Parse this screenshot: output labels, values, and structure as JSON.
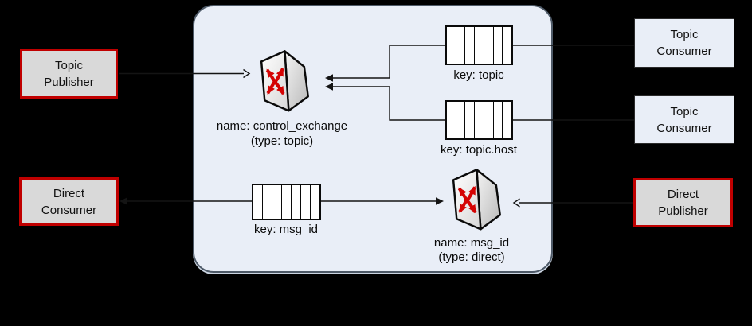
{
  "broker_node": {
    "description": "message-broker-boundary"
  },
  "publishers": [
    {
      "id": "topic-publisher",
      "label": "Topic Publisher"
    },
    {
      "id": "direct-publisher",
      "label": "Direct Publisher"
    }
  ],
  "consumers": [
    {
      "id": "direct-consumer",
      "label": "Direct Consumer"
    },
    {
      "id": "topic-consumer-1",
      "label": "Topic Consumer"
    },
    {
      "id": "topic-consumer-2",
      "label": "Topic Consumer"
    }
  ],
  "exchanges": [
    {
      "id": "control-exchange",
      "name": "name: control_exchange",
      "type": "(type: topic)"
    },
    {
      "id": "msg-id-exchange",
      "name": "name: msg_id",
      "type": "(type: direct)"
    }
  ],
  "queues": [
    {
      "id": "queue-topic",
      "label": "key: topic"
    },
    {
      "id": "queue-topic-host",
      "label": "key: topic.host"
    },
    {
      "id": "queue-msg-id",
      "label": "key: msg_id"
    }
  ],
  "icons": {
    "exchange_icon": "switch-crossed-arrows-icon",
    "queue_icon": "queue-slots-icon",
    "queue_cells": 7
  },
  "colors": {
    "background": "#000000",
    "broker_fill": "#e9eef7",
    "broker_border": "#4e5a68",
    "publisher_box_fill": "#d9d9d9",
    "publisher_box_border": "#c00000",
    "consumer_box_fill": "#e9eef7",
    "arrow_black": "#141414",
    "exchange_arrow_red": "#d40404"
  }
}
